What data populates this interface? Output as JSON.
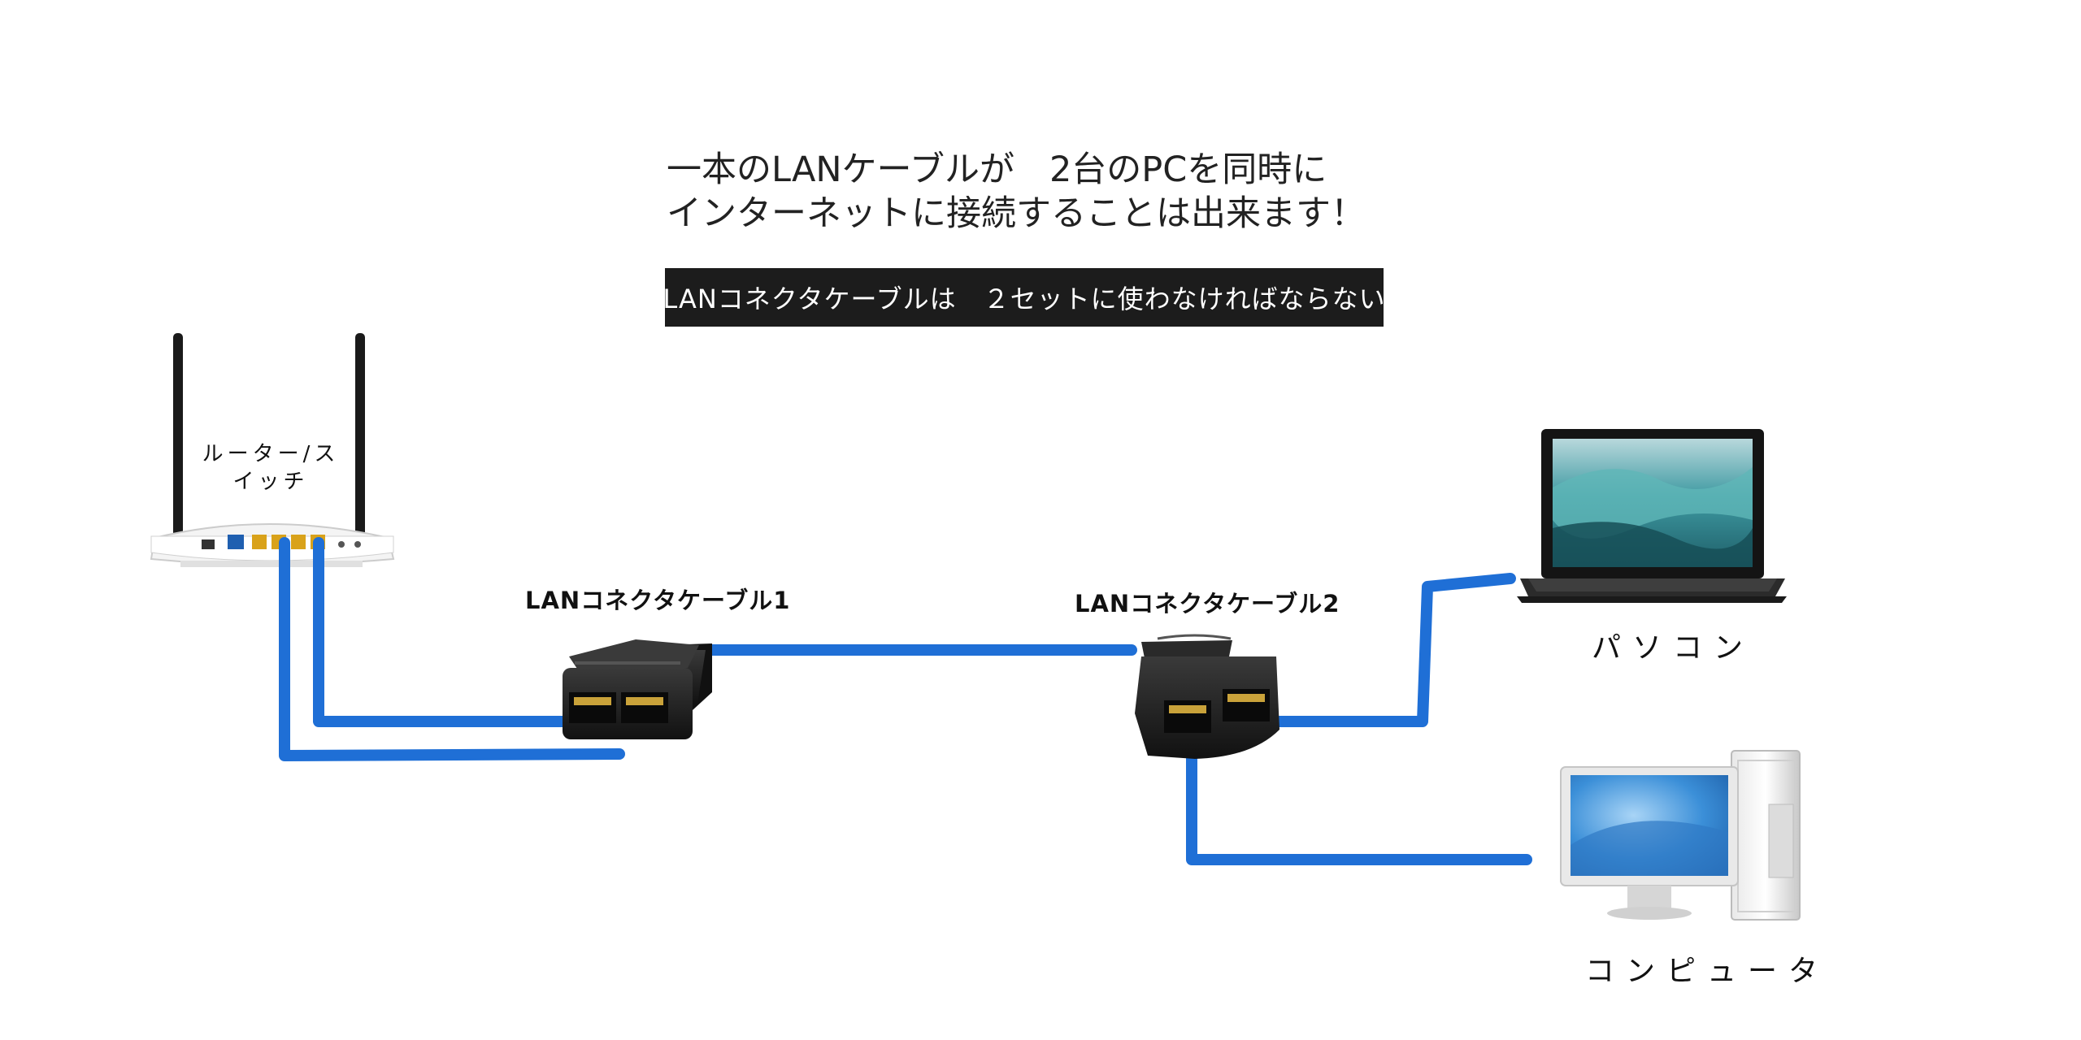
{
  "headline": {
    "line1": "一本のLANケーブルが　2台のPCを同時に",
    "line2": "インターネットに接続することは出来ます！"
  },
  "banner": {
    "text": "LANコネクタケーブルは　２セットに使わなければならない"
  },
  "router": {
    "label": "ルーター/スイッチ",
    "icon": "router-icon"
  },
  "connector1": {
    "label": "LANコネクタケーブル1",
    "icon": "ethernet-splitter-icon"
  },
  "connector2": {
    "label": "LANコネクタケーブル2",
    "icon": "ethernet-splitter-icon"
  },
  "laptop": {
    "label": "パソコン",
    "icon": "laptop-icon"
  },
  "desktop": {
    "label": "コンピュータ",
    "icon": "desktop-computer-icon"
  },
  "colors": {
    "cable": "#1f6fd6",
    "banner_bg": "#1c1c1c",
    "splitter": "#1b1b1b",
    "screen": "#2d7f8a",
    "desktop_screen": "#3b8fd8"
  }
}
